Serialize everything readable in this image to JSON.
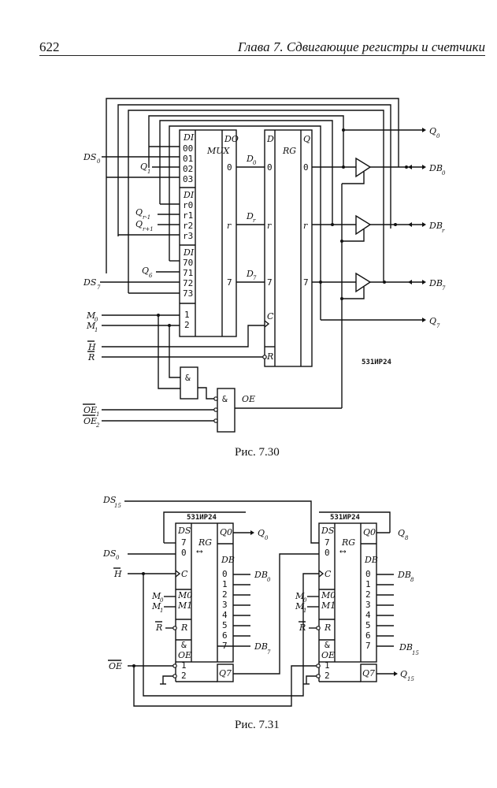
{
  "header": {
    "page_number": "622",
    "running_title": "Глава 7.  Сдвигающие регистры и счетчики"
  },
  "figure_730": {
    "caption": "Рис. 7.30",
    "chip_label": "531ИР24",
    "mux": {
      "title": "MUX",
      "out_header": "DO",
      "groups": [
        {
          "header": "DI",
          "pins": [
            "00",
            "01",
            "02",
            "03"
          ]
        },
        {
          "header": "DI",
          "pins": [
            "r0",
            "r1",
            "r2",
            "r3"
          ]
        },
        {
          "header": "DI",
          "pins": [
            "70",
            "71",
            "72",
            "73"
          ]
        }
      ],
      "select_pins": [
        "1",
        "2"
      ],
      "outputs": [
        "0",
        "r",
        "7"
      ]
    },
    "register": {
      "title": "RG",
      "in_header": "D",
      "out_header": "Q",
      "inputs": [
        "0",
        "r",
        "7"
      ],
      "outputs": [
        "0",
        "r",
        "7"
      ],
      "clock_pin": "C",
      "reset_pin": "R"
    },
    "inputs": {
      "ds0": "DS",
      "ds0_sub": "0",
      "q1": "Q",
      "q1_sub": "1",
      "qr_minus": "Q",
      "qr_minus_sub": "r-1",
      "qr_plus": "Q",
      "qr_plus_sub": "r+1",
      "q6": "Q",
      "q6_sub": "6",
      "ds7": "DS",
      "ds7_sub": "7",
      "m0": "M",
      "m0_sub": "0",
      "m1": "M",
      "m1_sub": "1",
      "h": "H",
      "r": "R",
      "oe1": "OE",
      "oe1_sub": "1",
      "oe2": "OE",
      "oe2_sub": "2"
    },
    "internal_labels": {
      "d0": "D",
      "d0_sub": "0",
      "dr": "D",
      "dr_sub": "r",
      "d7": "D",
      "d7_sub": "7",
      "and1": "&",
      "and2": "&",
      "oe": "OE"
    },
    "outputs": {
      "q0": "Q",
      "q0_sub": "0",
      "db0": "DB",
      "db0_sub": "0",
      "dbr": "DB",
      "dbr_sub": "r",
      "db7": "DB",
      "db7_sub": "7",
      "q7": "Q",
      "q7_sub": "7"
    }
  },
  "figure_731": {
    "caption": "Рис. 7.31",
    "chips": [
      {
        "label": "531ИР24",
        "ds_header": "DS",
        "ds_pins": [
          "7",
          "0"
        ],
        "rg": "RG",
        "clock": "C",
        "mode_pins": [
          "M0",
          "M1"
        ],
        "reset": "R",
        "oe_header": "&",
        "oe_label": "OE",
        "oe_pins": [
          "1",
          "2"
        ],
        "q0": "Q0",
        "db_header": "DB",
        "db_pins": [
          "0",
          "1",
          "2",
          "3",
          "4",
          "5",
          "6",
          "7"
        ],
        "q7": "Q7"
      },
      {
        "label": "531ИР24",
        "ds_header": "DS",
        "ds_pins": [
          "7",
          "0"
        ],
        "rg": "RG",
        "clock": "C",
        "mode_pins": [
          "M0",
          "M1"
        ],
        "reset": "R",
        "oe_header": "&",
        "oe_label": "OE",
        "oe_pins": [
          "1",
          "2"
        ],
        "q0": "Q0",
        "db_header": "DB",
        "db_pins": [
          "0",
          "1",
          "2",
          "3",
          "4",
          "5",
          "6",
          "7"
        ],
        "q7": "Q7"
      }
    ],
    "signals": {
      "ds15": "DS",
      "ds15_sub": "15",
      "ds0": "DS",
      "ds0_sub": "0",
      "h": "H",
      "oe": "OE",
      "m0": "M",
      "m0_sub": "0",
      "m1": "M",
      "m1_sub": "1",
      "r": "R",
      "m0b": "M",
      "m0b_sub": "0",
      "m1b": "M",
      "m1b_sub": "1",
      "rb": "R",
      "q0": "Q",
      "q0_sub": "0",
      "db0": "DB",
      "db0_sub": "0",
      "db7": "DB",
      "db7_sub": "7",
      "q8": "Q",
      "q8_sub": "8",
      "db8": "DB",
      "db8_sub": "8",
      "db15": "DB",
      "db15_sub": "15",
      "q15": "Q",
      "q15_sub": "15"
    }
  }
}
